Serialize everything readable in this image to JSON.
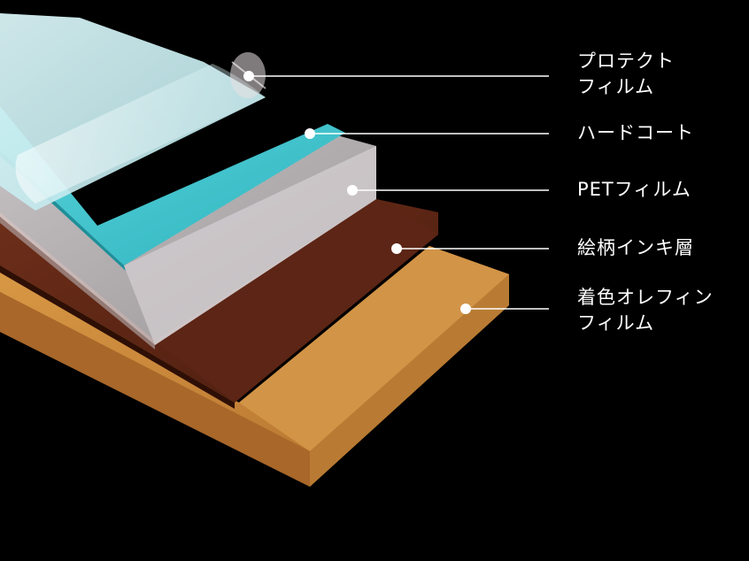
{
  "layers": [
    {
      "id": "protect-film",
      "lines": [
        "プロテクト",
        "フィルム"
      ]
    },
    {
      "id": "hard-coat",
      "lines": [
        "ハードコート"
      ]
    },
    {
      "id": "pet-film",
      "lines": [
        "PETフィルム"
      ]
    },
    {
      "id": "print-ink",
      "lines": [
        "絵柄インキ層"
      ]
    },
    {
      "id": "olefin-film",
      "lines": [
        "着色オレフィン",
        "フィルム"
      ]
    }
  ],
  "colors": {
    "background": "#000000",
    "protect_film": "#c9ecef",
    "hard_coat": "#3cc6cf",
    "pet_film": "#d9d4d6",
    "print_ink": "#5a2414",
    "olefin_film": "#c8873a",
    "leader_line": "#ffffff"
  }
}
